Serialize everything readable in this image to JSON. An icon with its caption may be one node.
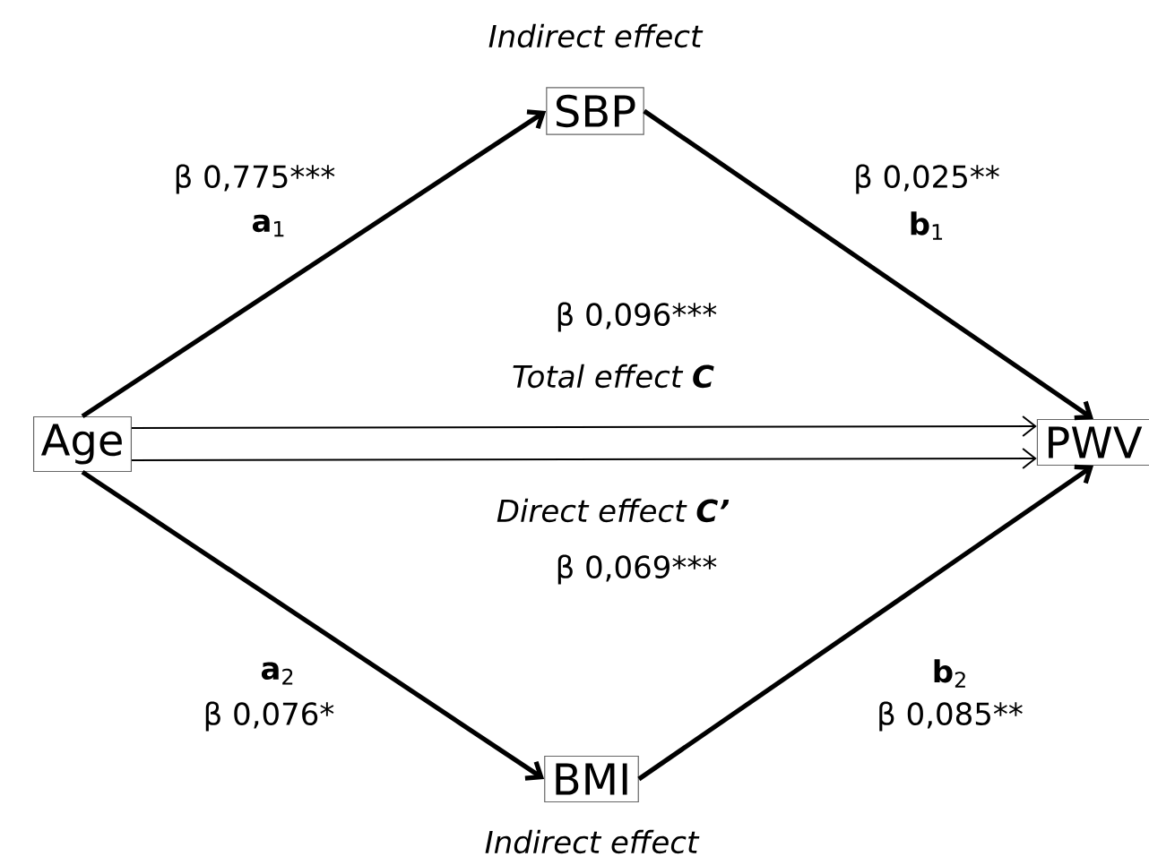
{
  "diagram": {
    "nodes": [
      {
        "text": [
          "Age"
        ]
      },
      {
        "text": [
          "SBP"
        ],
        "beside": [
          "Indirect effect"
        ]
      },
      {
        "text": [
          "BMI"
        ],
        "beside": [
          "Indirect effect"
        ]
      },
      {
        "text": [
          "PWV"
        ]
      }
    ],
    "edges": [
      {
        "from": 0,
        "to": 1,
        "arrow": "to",
        "label": "β 0,775***"
      },
      {
        "from": 1,
        "to": 3,
        "arrow": "to",
        "label": "β 0,025**"
      },
      {
        "from": 0,
        "to": 3,
        "arrow": "to",
        "label": "β 0,096***"
      },
      {
        "from": 0,
        "to": 3,
        "arrow": "to",
        "label": "β 0,069***"
      },
      {
        "from": 0,
        "to": 2,
        "arrow": "to",
        "label": "β 0,076*"
      },
      {
        "from": 2,
        "to": 3,
        "arrow": "to",
        "label": "β 0,085**"
      }
    ],
    "labels": [
      "**a**$_{1}$",
      "**b**$_{1}$",
      "Total effect **C**",
      "Direct effect **C’**",
      "**a**$_{2}$",
      "**b**$_{2}$"
    ]
  }
}
